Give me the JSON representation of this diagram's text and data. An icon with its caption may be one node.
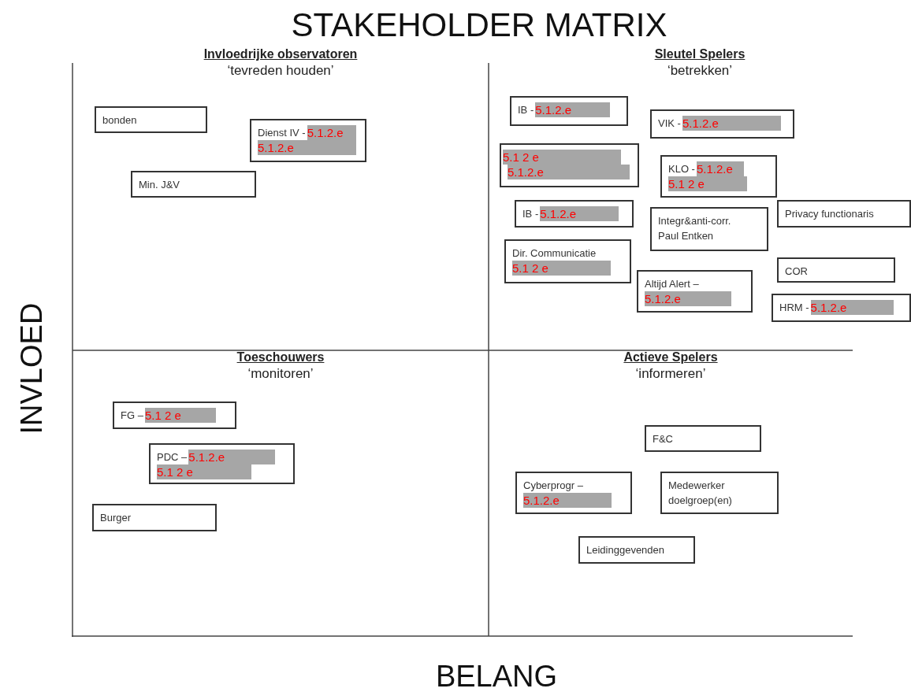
{
  "diagram": {
    "title": "STAKEHOLDER MATRIX",
    "nodes": [
      {
        "text": [
          "Invloedrijke observatoren",
          "‘tevreden houden’"
        ]
      },
      {
        "text": [
          "bonden"
        ],
        "in": 0
      },
      {
        "text": [
          "Dienst IV -",
          "5.1.2.e",
          "5.1.2.e"
        ],
        "in": 0
      },
      {
        "text": [
          "Min. J&V"
        ],
        "in": 0
      },
      {
        "text": [
          "Sleutel Spelers",
          "‘betrekken’"
        ]
      },
      {
        "text": [
          "IB -",
          "5.1.2.e"
        ],
        "in": 4
      },
      {
        "text": [
          "VIK -",
          "5.1.2.e"
        ],
        "in": 4
      },
      {
        "text": [
          "5.1 2 e",
          "5.1.2.e"
        ],
        "in": 4
      },
      {
        "text": [
          "KLO -",
          "5.1.2.e",
          "5.1 2 e"
        ],
        "in": 4
      },
      {
        "text": [
          "IB -",
          "5.1.2.e"
        ],
        "in": 4
      },
      {
        "text": [
          "Integr&anti-corr. Paul Entken"
        ],
        "in": 4
      },
      {
        "text": [
          "Privacy functionaris"
        ],
        "in": 4
      },
      {
        "text": [
          "Dir. Communicatie",
          "5.1 2 e"
        ],
        "in": 4
      },
      {
        "text": [
          "Altijd Alert –",
          "5.1.2.e"
        ],
        "in": 4
      },
      {
        "text": [
          "COR"
        ],
        "in": 4
      },
      {
        "text": [
          "HRM -",
          "5.1.2.e"
        ],
        "in": 4
      },
      {
        "text": [
          "Toeschouwers",
          "‘monitoren’"
        ]
      },
      {
        "text": [
          "FG –",
          "5.1 2 e"
        ],
        "in": 16
      },
      {
        "text": [
          "PDC –",
          "5.1.2.e",
          "5.1 2 e"
        ],
        "in": 16
      },
      {
        "text": [
          "Burger"
        ],
        "in": 16
      },
      {
        "text": [
          "Actieve Spelers",
          "‘informeren’"
        ]
      },
      {
        "text": [
          "F&C"
        ],
        "in": 20
      },
      {
        "text": [
          "Cyberprogr –",
          "5.1.2.e"
        ],
        "in": 20
      },
      {
        "text": [
          "Medewerker doelgroep(en)"
        ],
        "in": 20
      },
      {
        "text": [
          "Leidinggevenden"
        ],
        "in": 20
      }
    ],
    "edges": [],
    "labels": [
      "INVLOED",
      "BELANG"
    ]
  }
}
